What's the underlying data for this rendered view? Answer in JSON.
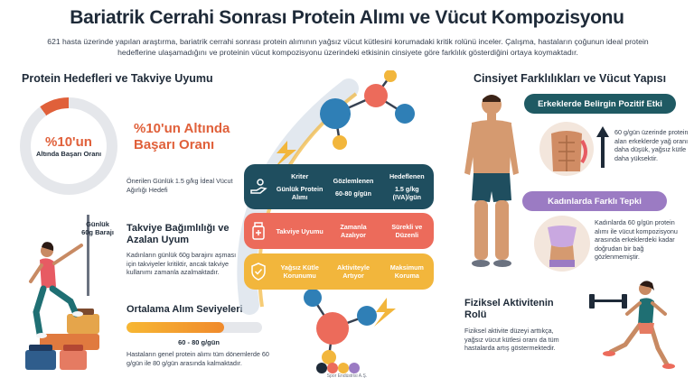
{
  "header": {
    "title": "Bariatrik Cerrahi Sonrası Protein Alımı ve Vücut Kompozisyonu",
    "intro": "621 hasta üzerinde yapılan araştırma, bariatrik cerrahi sonrası protein alımının yağsız vücut kütlesini korumadaki kritik rolünü inceler. Çalışma, hastaların çoğunun ideal protein hedeflerine ulaşamadığını ve proteinin vücut kompozisyonu üzerindeki etkisinin cinsiyete göre farklılık gösterdiğini ortaya koymaktadır."
  },
  "left": {
    "heading": "Protein Hedefleri ve Takviye Uyumu",
    "ring_value": "%10'un",
    "ring_label": "Altında Başarı Oranı",
    "ring_fraction": 0.1,
    "big_text": "%10'un Altında Başarı Oranı",
    "recommended": "Önerilen Günlük 1.5 g/kg İdeal Vücut Ağırlığı Hedefi",
    "barrier_label": "Günlük 60g Barajı",
    "supplement_heading": "Takviye Bağımlılığı ve Azalan Uyum",
    "supplement_text": "Kadınların günlük 60g barajını aşması için takviyeler kritiktir, ancak takviye kullanımı zamanla azalmaktadır.",
    "intake_heading": "Ortalama Alım Seviyeleri",
    "intake_range": "60 - 80 g/gün",
    "intake_fraction": 0.72,
    "intake_text": "Hastaların genel protein alımı tüm dönemlerde 60 g/gün ile 80 g/gün arasında kalmaktadır."
  },
  "table": {
    "headers": [
      "Kriter",
      "Gözlemlenen",
      "Hedeflenen"
    ],
    "rows": [
      {
        "label": "Günlük Protein Alımı",
        "observed": "60-80 g/gün",
        "target": "1.5 g/kg (IVA)/gün",
        "icon": "hand-protein-icon"
      },
      {
        "label": "Takviye Uyumu",
        "observed": "Zamanla Azalıyor",
        "target": "Sürekli ve Düzenli",
        "icon": "supplement-jar-icon"
      },
      {
        "label": "Yağsız Kütle Korunumu",
        "observed": "Aktiviteyle Artıyor",
        "target": "Maksimum Koruma",
        "icon": "shield-check-icon"
      }
    ]
  },
  "right": {
    "heading": "Cinsiyet Farklılıkları ve Vücut Yapısı",
    "men_pill": "Erkeklerde Belirgin Pozitif Etki",
    "men_text": "60 g/gün üzerinde protein alan erkeklerde yağ oranı daha düşük, yağsız kütle daha yüksektir.",
    "women_pill": "Kadınlarda Farklı Tepki",
    "women_text": "Kadınlarda 60 g/gün protein alımı ile vücut kompozisyonu arasında erkeklerdeki kadar doğrudan bir bağ gözlenmemiştir.",
    "activity_heading": "Fiziksel Aktivitenin Rolü",
    "activity_text": "Fiziksel aktivite düzeyi arttıkça, yağsız vücut kütlesi oranı da tüm hastalarda artış göstermektedir."
  },
  "footer": {
    "caption": "Spor Endüstrisi A.Ş."
  },
  "colors": {
    "navy": "#1f4e5f",
    "coral": "#ec6b5b",
    "amber": "#f2b63c",
    "orange": "#e0603a",
    "purple": "#9b7bc3",
    "teal": "#1f5a63"
  }
}
